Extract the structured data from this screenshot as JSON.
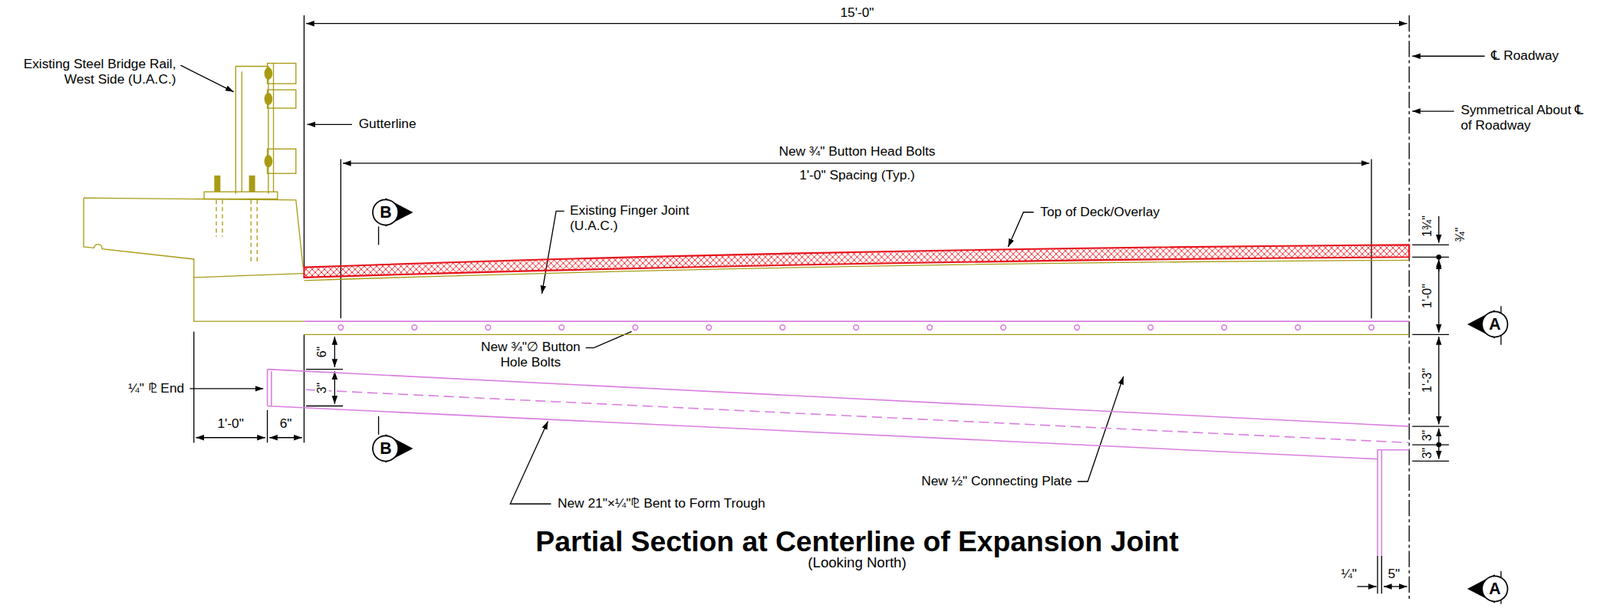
{
  "diagram": {
    "title": "Partial Section at Centerline of Expansion Joint",
    "caption": "(Looking North)",
    "nodes": [
      {
        "text": [
          "B"
        ]
      },
      {
        "text": [
          "A"
        ]
      },
      {
        "text": [
          "B"
        ]
      },
      {
        "text": [
          "A"
        ]
      }
    ],
    "labels": [
      "15'-0\"",
      "℄ Roadway",
      "Symmetrical About ℄ of Roadway",
      "Existing Steel Bridge Rail, West Side (U.A.C.)",
      "Gutterline",
      "New ¾\" Button Head Bolts",
      "1'-0\" Spacing (Typ.)",
      "Existing Finger Joint (U.A.C.)",
      "Top of Deck/Overlay",
      "1¾\"",
      "¾\"",
      "1'-0\"",
      "1'-3\"",
      "3\"",
      "3\"",
      "New ¾\"∅ Button Hole Bolts",
      "6\"",
      "3\"",
      "¼\" ⅊ End",
      "1'-0\"",
      "6\"",
      "New 21\"×¼\"⅊ Bent to Form Trough",
      "New ½\" Connecting Plate",
      "¼\"",
      "5\""
    ]
  }
}
